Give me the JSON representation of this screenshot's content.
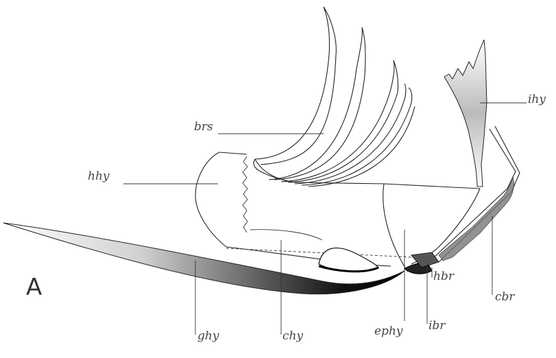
{
  "figure": {
    "panel_label": "A",
    "labels": {
      "brs": "brs",
      "hhy": "hhy",
      "ihy": "ihy",
      "hbr": "hbr",
      "cbr": "cbr",
      "ephy": "ephy",
      "ibr": "ibr",
      "chy": "chy",
      "ghy": "ghy"
    }
  }
}
